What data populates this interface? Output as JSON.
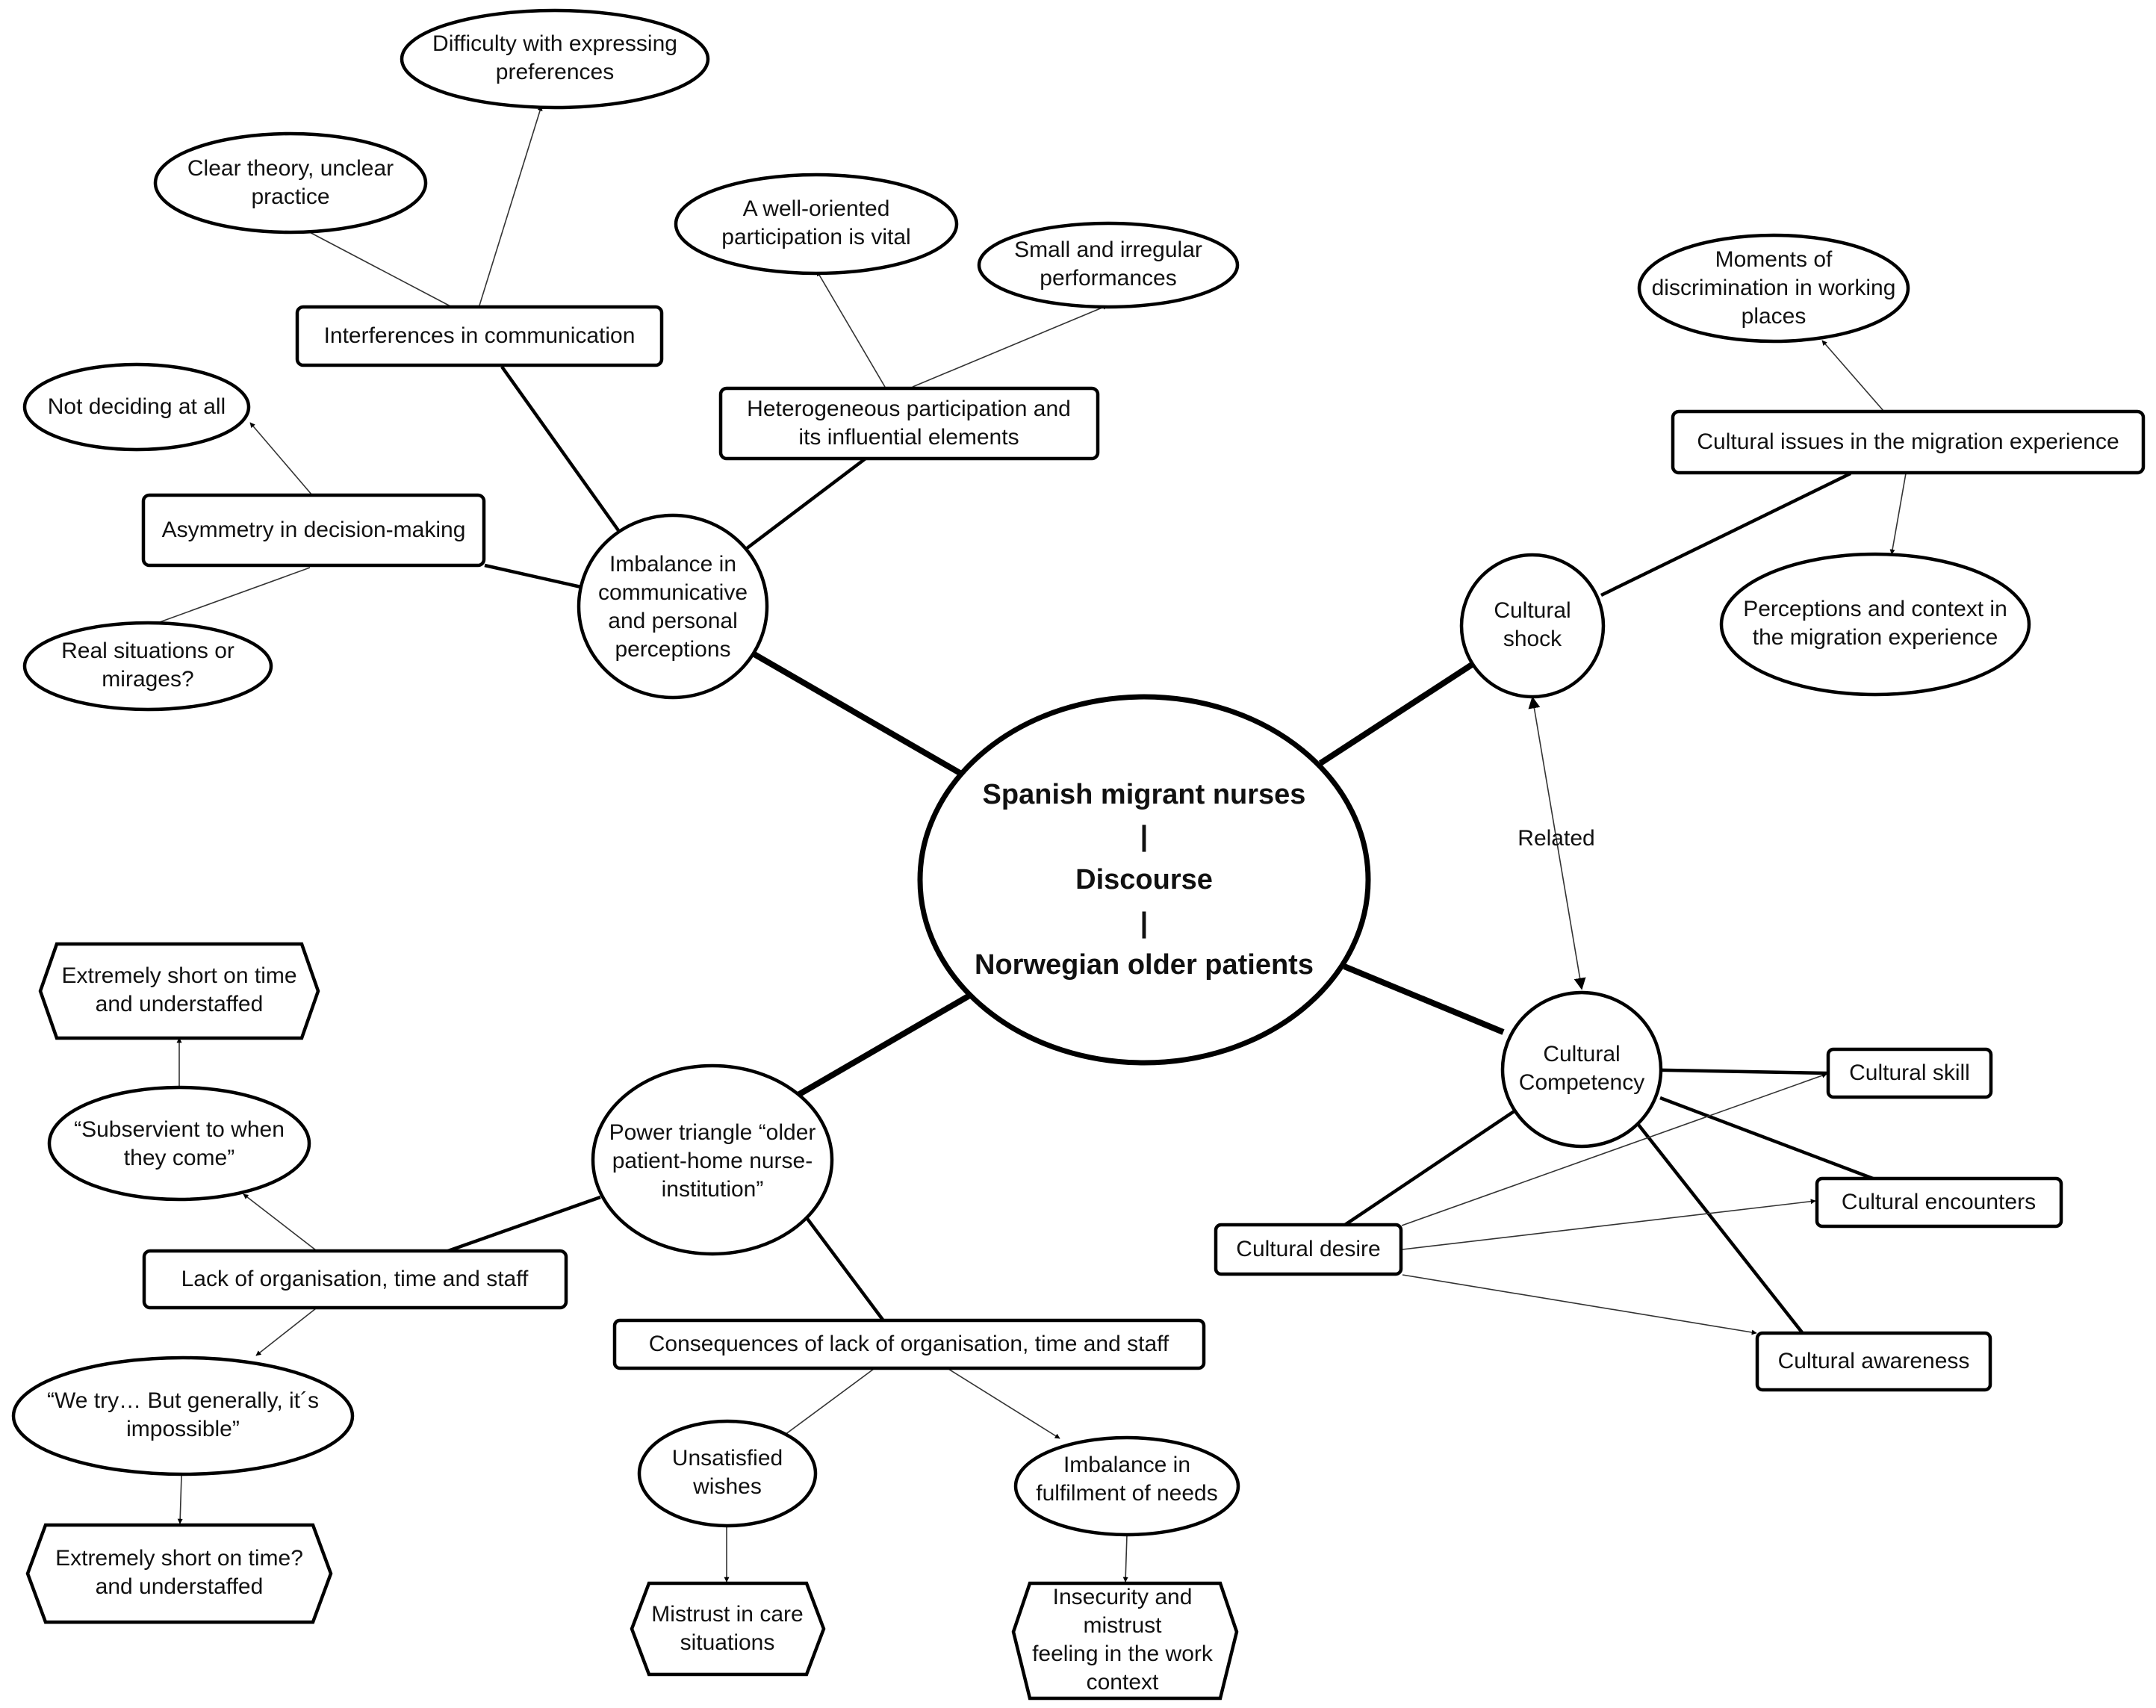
{
  "center": {
    "line1": "Spanish migrant nurses",
    "sep1": "|",
    "line2": "Discourse",
    "sep2": "|",
    "line3": "Norwegian older patients"
  },
  "nodes": {
    "imbalance": [
      "Imbalance in",
      "communicative",
      "and personal",
      "perceptions"
    ],
    "power": [
      "Power triangle “older",
      "patient-home nurse-",
      "institution”"
    ],
    "shock": [
      "Cultural",
      "shock"
    ],
    "competency": [
      "Cultural",
      "Competency"
    ],
    "interferences": [
      "Interferences in communication"
    ],
    "clear_theory": [
      "Clear theory, unclear",
      "practice"
    ],
    "difficulty": [
      "Difficulty with expressing",
      "preferences"
    ],
    "asymmetry": [
      "Asymmetry in decision-making"
    ],
    "not_deciding": [
      "Not deciding at all"
    ],
    "real_situations": [
      "Real situations or",
      "mirages?"
    ],
    "heterogeneous": [
      "Heterogeneous participation and",
      "its influential elements"
    ],
    "well_oriented": [
      "A well-oriented",
      "participation is vital"
    ],
    "small_irregular": [
      "Small and irregular",
      "performances"
    ],
    "migration_issues": [
      "Cultural issues in the migration experience"
    ],
    "moments": [
      "Moments of",
      "discrimination in working",
      "places"
    ],
    "perceptions_context": [
      "Perceptions and context in",
      "the migration experience"
    ],
    "skill": [
      "Cultural skill"
    ],
    "encounters": [
      "Cultural encounters"
    ],
    "awareness": [
      "Cultural awareness"
    ],
    "desire": [
      "Cultural desire"
    ],
    "lack_org": [
      "Lack of organisation, time and staff"
    ],
    "subservient": [
      "“Subservient to when",
      "they come”"
    ],
    "short1": [
      "Extremely short on time",
      "and understaffed"
    ],
    "we_try": [
      "“We try… But generally, it´s",
      "impossible”"
    ],
    "short2": [
      "Extremely short on time?",
      "and understaffed"
    ],
    "consequences": [
      "Consequences of lack of organisation, time and staff"
    ],
    "unsatisfied": [
      "Unsatisfied",
      "wishes"
    ],
    "imbalance_needs": [
      "Imbalance in",
      "fulfilment of needs"
    ],
    "mistrust": [
      "Mistrust in care",
      "situations"
    ],
    "insecurity": [
      "Insecurity and",
      "mistrust",
      "feeling in the work",
      "context"
    ]
  },
  "edge_labels": {
    "related": "Related"
  }
}
